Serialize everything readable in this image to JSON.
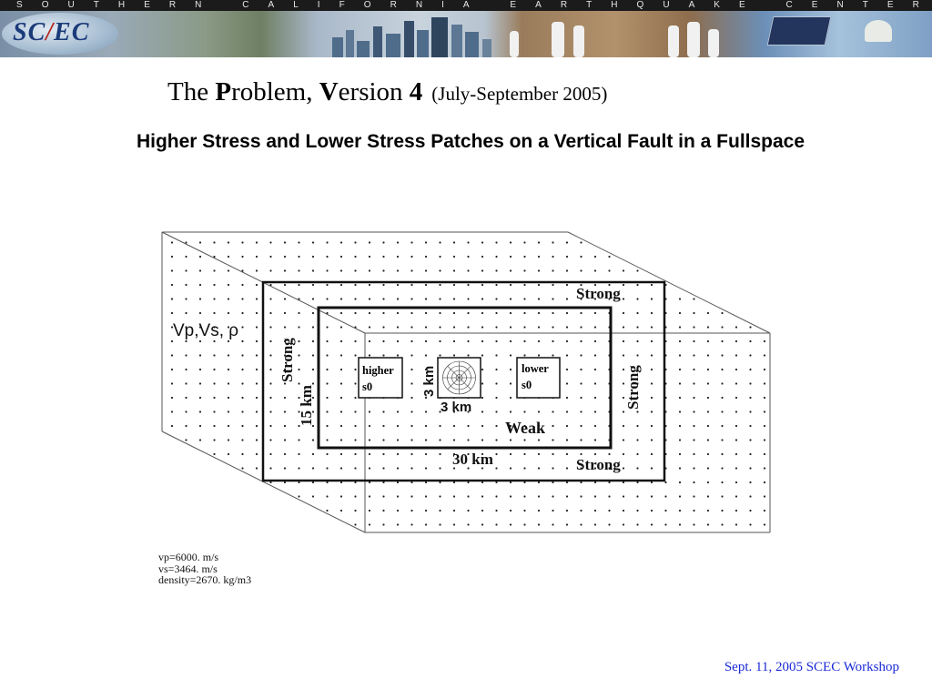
{
  "banner": {
    "organization_letters": [
      "S",
      "O",
      "U",
      "T",
      "H",
      "E",
      "R",
      "N",
      "",
      "C",
      "A",
      "L",
      "I",
      "F",
      "O",
      "R",
      "N",
      "I",
      "A",
      "",
      "E",
      "A",
      "R",
      "T",
      "H",
      "Q",
      "U",
      "A",
      "K",
      "E",
      "",
      "C",
      "E",
      "N",
      "T",
      "E",
      "R"
    ],
    "logo_text": "SCEC"
  },
  "slide": {
    "title_the": "The ",
    "title_p": "P",
    "title_roblem": "roblem, ",
    "title_v": "V",
    "title_ersion": "ersion ",
    "title_number": "4",
    "title_dates": "(July-September 2005)",
    "subtitle": "Higher Stress and Lower Stress Patches on a Vertical Fault in a Fullspace"
  },
  "diagram": {
    "material_label": "Vp,Vs, ρ",
    "strong_top": "Strong",
    "strong_bottom": "Strong",
    "strong_left": "Strong",
    "strong_right": "Strong",
    "weak": "Weak",
    "depth_label": "15 km",
    "length_label": "30 km",
    "nucleation_width": "3 km",
    "nucleation_height": "3 km",
    "higher_patch_line1": "higher",
    "higher_patch_line2": "s0",
    "lower_patch_line1": "lower",
    "lower_patch_line2": "s0"
  },
  "notes": {
    "vp": "vp=6000. m/s",
    "vs": "vs=3464. m/s",
    "density": "density=2670. kg/m3"
  },
  "footer": "Sept. 11, 2005 SCEC Workshop",
  "colors": {
    "footer_text": "#1a2ad6",
    "logo_blue": "#1b3a7a",
    "logo_red": "#b3261e"
  }
}
